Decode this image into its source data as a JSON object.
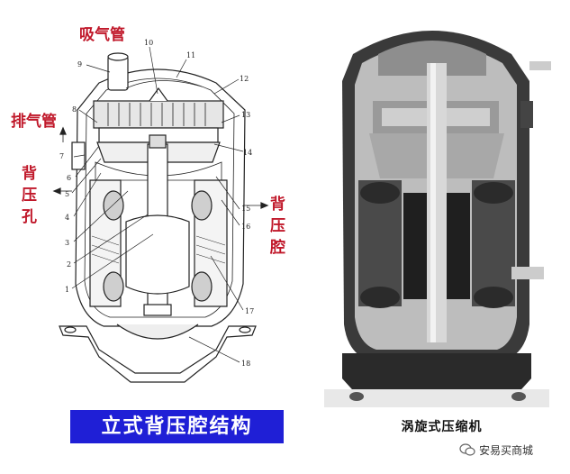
{
  "labels": {
    "suction_pipe": "吸气管",
    "discharge_pipe": "排气管",
    "back_pressure_hole": "背\n压\n孔",
    "back_pressure_chamber": "背\n压\n腔"
  },
  "part_numbers": [
    "1",
    "2",
    "3",
    "4",
    "5",
    "6",
    "7",
    "8",
    "9",
    "10",
    "11",
    "12",
    "13",
    "14",
    "15",
    "16",
    "17",
    "18"
  ],
  "diagram_title": "立式背压腔结构",
  "photo_caption": "涡旋式压缩机",
  "watermark": "安易买商城",
  "colors": {
    "label_red": "#c0182a",
    "title_bg": "#1f1fd6",
    "title_fg": "#ffffff"
  }
}
